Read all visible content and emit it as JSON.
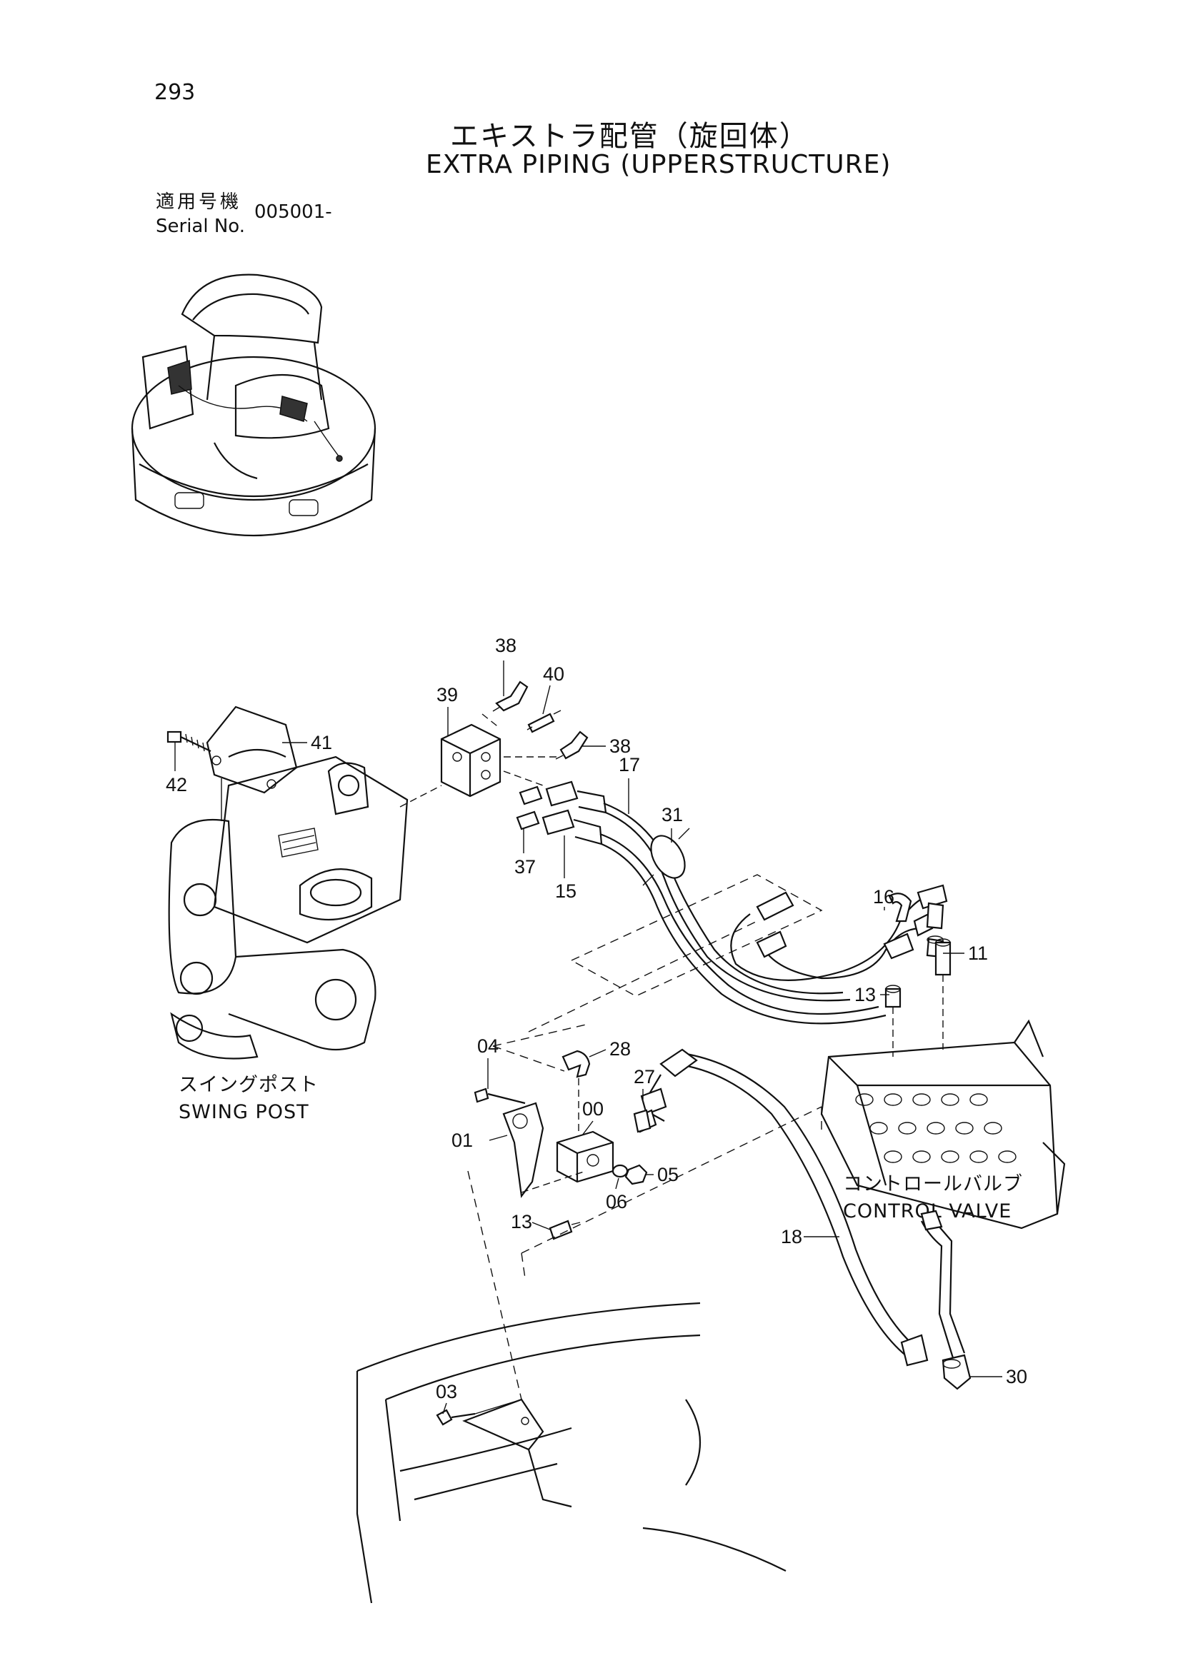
{
  "page_number": "293",
  "title_ja": "エキストラ配管（旋回体）",
  "title_en": "EXTRA PIPING (UPPERSTRUCTURE)",
  "serial": {
    "label_ja": "適用号機",
    "label_en": "Serial No.",
    "value": "005001-"
  },
  "captions": {
    "swing_post_ja": "スイングポスト",
    "swing_post_en": "SWING  POST",
    "control_valve_ja": "コントロールバルブ",
    "control_valve_en": "CONTROL VALVE"
  },
  "callouts": [
    {
      "id": "c38a",
      "label": "38"
    },
    {
      "id": "c40",
      "label": "40"
    },
    {
      "id": "c39",
      "label": "39"
    },
    {
      "id": "c41",
      "label": "41"
    },
    {
      "id": "c38b",
      "label": "38"
    },
    {
      "id": "c42",
      "label": "42"
    },
    {
      "id": "c17",
      "label": "17"
    },
    {
      "id": "c31",
      "label": "31"
    },
    {
      "id": "c37",
      "label": "37"
    },
    {
      "id": "c15",
      "label": "15"
    },
    {
      "id": "c16",
      "label": "16"
    },
    {
      "id": "c11",
      "label": "11"
    },
    {
      "id": "c13a",
      "label": "13"
    },
    {
      "id": "c04",
      "label": "04"
    },
    {
      "id": "c28",
      "label": "28"
    },
    {
      "id": "c27",
      "label": "27"
    },
    {
      "id": "c00",
      "label": "00"
    },
    {
      "id": "c01",
      "label": "01"
    },
    {
      "id": "c05",
      "label": "05"
    },
    {
      "id": "c06",
      "label": "06"
    },
    {
      "id": "c13b",
      "label": "13"
    },
    {
      "id": "c18",
      "label": "18"
    },
    {
      "id": "c30",
      "label": "30"
    },
    {
      "id": "c03",
      "label": "03"
    }
  ]
}
